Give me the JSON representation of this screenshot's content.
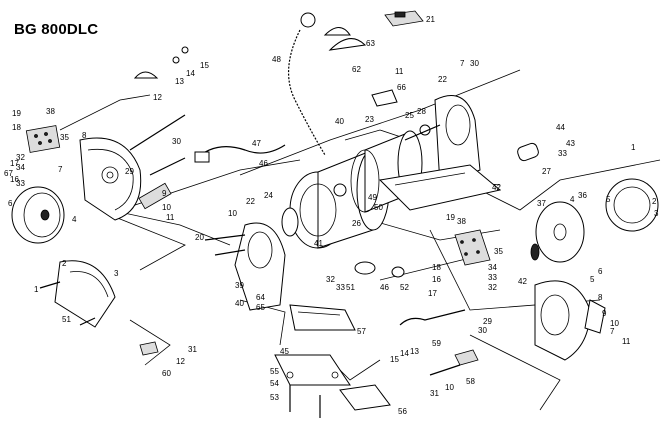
{
  "title": "BG 800DLC",
  "labels": [
    {
      "id": "21",
      "t": "21"
    },
    {
      "id": "63",
      "t": "63"
    },
    {
      "id": "62",
      "t": "62"
    },
    {
      "id": "48",
      "t": "48"
    },
    {
      "id": "11a",
      "t": "11"
    },
    {
      "id": "66",
      "t": "66"
    },
    {
      "id": "7a",
      "t": "7"
    },
    {
      "id": "30a",
      "t": "30"
    },
    {
      "id": "22a",
      "t": "22"
    },
    {
      "id": "13a",
      "t": "13"
    },
    {
      "id": "14a",
      "t": "14"
    },
    {
      "id": "15a",
      "t": "15"
    },
    {
      "id": "12a",
      "t": "12"
    },
    {
      "id": "38a",
      "t": "38"
    },
    {
      "id": "19a",
      "t": "19"
    },
    {
      "id": "18a",
      "t": "18"
    },
    {
      "id": "35a",
      "t": "35"
    },
    {
      "id": "8a",
      "t": "8"
    },
    {
      "id": "40a",
      "t": "40"
    },
    {
      "id": "23",
      "t": "23"
    },
    {
      "id": "25",
      "t": "25"
    },
    {
      "id": "28",
      "t": "28"
    },
    {
      "id": "30b",
      "t": "30"
    },
    {
      "id": "47",
      "t": "47"
    },
    {
      "id": "44",
      "t": "44"
    },
    {
      "id": "43",
      "t": "43"
    },
    {
      "id": "33a",
      "t": "33"
    },
    {
      "id": "67",
      "t": "67"
    },
    {
      "id": "17a",
      "t": "17"
    },
    {
      "id": "16a",
      "t": "16"
    },
    {
      "id": "34a",
      "t": "34"
    },
    {
      "id": "32a",
      "t": "32"
    },
    {
      "id": "33b",
      "t": "33"
    },
    {
      "id": "7b",
      "t": "7"
    },
    {
      "id": "29a",
      "t": "29"
    },
    {
      "id": "46",
      "t": "46"
    },
    {
      "id": "27",
      "t": "27"
    },
    {
      "id": "1a",
      "t": "1"
    },
    {
      "id": "50",
      "t": "50"
    },
    {
      "id": "49",
      "t": "49"
    },
    {
      "id": "42a",
      "t": "42"
    },
    {
      "id": "4a",
      "t": "4"
    },
    {
      "id": "6a",
      "t": "6"
    },
    {
      "id": "9a",
      "t": "9"
    },
    {
      "id": "10a",
      "t": "10"
    },
    {
      "id": "11b",
      "t": "11"
    },
    {
      "id": "22b",
      "t": "22"
    },
    {
      "id": "24",
      "t": "24"
    },
    {
      "id": "26",
      "t": "26"
    },
    {
      "id": "37",
      "t": "37"
    },
    {
      "id": "4b",
      "t": "4"
    },
    {
      "id": "36",
      "t": "36"
    },
    {
      "id": "5a",
      "t": "5"
    },
    {
      "id": "2a",
      "t": "2"
    },
    {
      "id": "3a",
      "t": "3"
    },
    {
      "id": "10b",
      "t": "10"
    },
    {
      "id": "20",
      "t": "20"
    },
    {
      "id": "41",
      "t": "41"
    },
    {
      "id": "19b",
      "t": "19"
    },
    {
      "id": "38b",
      "t": "38"
    },
    {
      "id": "2b",
      "t": "2"
    },
    {
      "id": "3b",
      "t": "3"
    },
    {
      "id": "1b",
      "t": "1"
    },
    {
      "id": "51a",
      "t": "51"
    },
    {
      "id": "39",
      "t": "39"
    },
    {
      "id": "64",
      "t": "64"
    },
    {
      "id": "65",
      "t": "65"
    },
    {
      "id": "40b",
      "t": "40"
    },
    {
      "id": "32b",
      "t": "32"
    },
    {
      "id": "33c",
      "t": "33"
    },
    {
      "id": "51b",
      "t": "51"
    },
    {
      "id": "46b",
      "t": "46"
    },
    {
      "id": "52",
      "t": "52"
    },
    {
      "id": "35b",
      "t": "35"
    },
    {
      "id": "34b",
      "t": "34"
    },
    {
      "id": "33d",
      "t": "33"
    },
    {
      "id": "32c",
      "t": "32"
    },
    {
      "id": "18b",
      "t": "18"
    },
    {
      "id": "16b",
      "t": "16"
    },
    {
      "id": "17b",
      "t": "17"
    },
    {
      "id": "42b",
      "t": "42"
    },
    {
      "id": "5b",
      "t": "5"
    },
    {
      "id": "6b",
      "t": "6"
    },
    {
      "id": "8b",
      "t": "8"
    },
    {
      "id": "9b",
      "t": "9"
    },
    {
      "id": "10c",
      "t": "10"
    },
    {
      "id": "7c",
      "t": "7"
    },
    {
      "id": "11c",
      "t": "11"
    },
    {
      "id": "29b",
      "t": "29"
    },
    {
      "id": "30c",
      "t": "30"
    },
    {
      "id": "57",
      "t": "57"
    },
    {
      "id": "31a",
      "t": "31"
    },
    {
      "id": "12b",
      "t": "12"
    },
    {
      "id": "60",
      "t": "60"
    },
    {
      "id": "59",
      "t": "59"
    },
    {
      "id": "15b",
      "t": "15"
    },
    {
      "id": "14b",
      "t": "14"
    },
    {
      "id": "13b",
      "t": "13"
    },
    {
      "id": "45",
      "t": "45"
    },
    {
      "id": "55",
      "t": "55"
    },
    {
      "id": "54",
      "t": "54"
    },
    {
      "id": "53",
      "t": "53"
    },
    {
      "id": "56",
      "t": "56"
    },
    {
      "id": "58",
      "t": "58"
    },
    {
      "id": "31b",
      "t": "31"
    },
    {
      "id": "10d",
      "t": "10"
    }
  ]
}
